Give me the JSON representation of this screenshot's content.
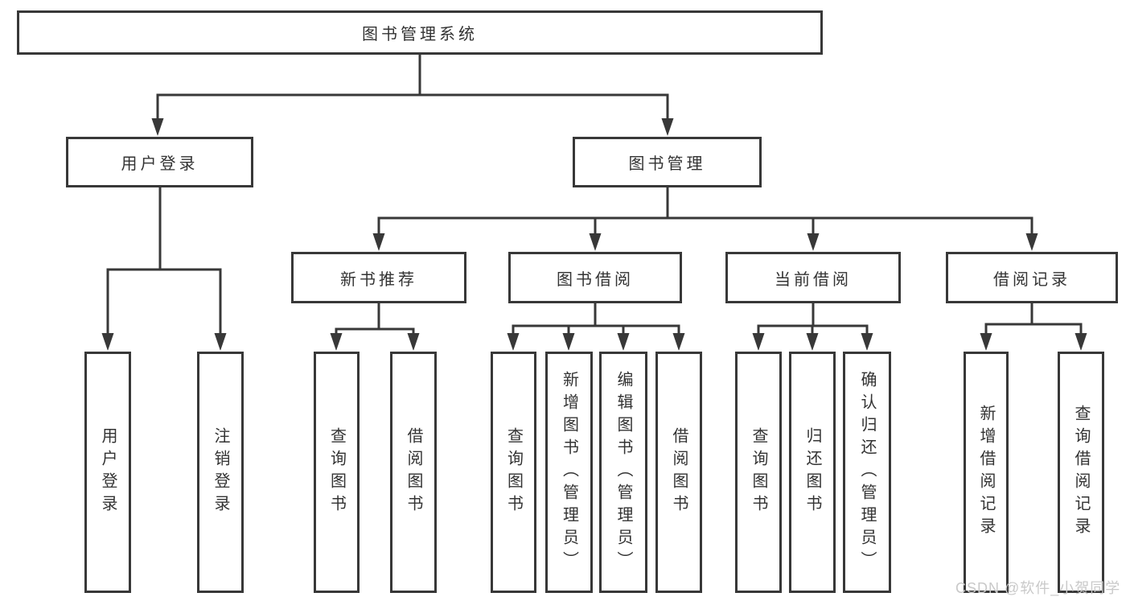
{
  "nodes": {
    "root": "图书管理系统",
    "user_login": "用户登录",
    "book_management": "图书管理",
    "new_book_recommend": "新书推荐",
    "book_borrowing": "图书借阅",
    "current_borrowing": "当前借阅",
    "borrowing_records": "借阅记录",
    "leaf_user_login": "用户登录",
    "leaf_logout": "注销登录",
    "leaf_nb_query_books": "查询图书",
    "leaf_nb_borrow_books": "借阅图书",
    "leaf_bb_query_books": "查询图书",
    "leaf_bb_add_books": "新增图书（管理员）",
    "leaf_bb_edit_books": "编辑图书（管理员）",
    "leaf_bb_borrow_books": "借阅图书",
    "leaf_cb_query_books": "查询图书",
    "leaf_cb_return_books": "归还图书",
    "leaf_cb_confirm_return": "确认归还（管理员）",
    "leaf_br_add_record": "新增借阅记录",
    "leaf_br_query_record": "查询借阅记录"
  },
  "hierarchy": {
    "图书管理系统": {
      "用户登录": [
        "用户登录",
        "注销登录"
      ],
      "图书管理": {
        "新书推荐": [
          "查询图书",
          "借阅图书"
        ],
        "图书借阅": [
          "查询图书",
          "新增图书（管理员）",
          "编辑图书（管理员）",
          "借阅图书"
        ],
        "当前借阅": [
          "查询图书",
          "归还图书",
          "确认归还（管理员）"
        ],
        "借阅记录": [
          "新增借阅记录",
          "查询借阅记录"
        ]
      }
    }
  },
  "watermark": {
    "text": "CSDN @软件_小贺同学"
  },
  "colors": {
    "line": "#383838",
    "box_border": "#383838",
    "box_fill": "#ffffff",
    "text": "#333333",
    "watermark": "#c9c9c9",
    "background": "#ffffff"
  }
}
